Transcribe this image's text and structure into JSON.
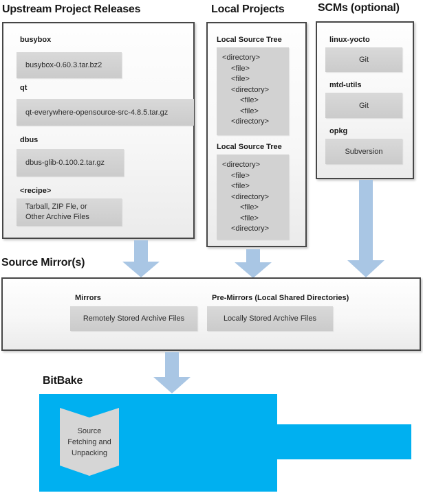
{
  "headings": {
    "upstream": "Upstream Project Releases",
    "local": "Local Projects",
    "scms": "SCMs (optional)",
    "mirrors": "Source Mirror(s)",
    "bitbake": "BitBake"
  },
  "upstream": {
    "items": [
      {
        "label": "busybox",
        "lines": [
          "busybox-0.60.3.tar.bz2"
        ]
      },
      {
        "label": "qt",
        "lines": [
          "qt-everywhere-opensource-src-4.8.5.tar.gz"
        ]
      },
      {
        "label": "dbus",
        "lines": [
          "dbus-glib-0.100.2.tar.gz"
        ]
      },
      {
        "label": "<recipe>",
        "lines": [
          "Tarball, ZIP Fle, or",
          "Other Archive Files"
        ]
      }
    ]
  },
  "local": {
    "trees": [
      {
        "title": "Local Source Tree",
        "lines": [
          "<directory>",
          "<file>",
          "<file>",
          "<directory>",
          "<file>",
          "<file>",
          "<directory>"
        ]
      },
      {
        "title": "Local Source Tree",
        "lines": [
          "<directory>",
          "<file>",
          "<file>",
          "<directory>",
          "<file>",
          "<file>",
          "<directory>"
        ]
      }
    ]
  },
  "scms": {
    "items": [
      {
        "label": "linux-yocto",
        "value": "Git"
      },
      {
        "label": "mtd-utils",
        "value": "Git"
      },
      {
        "label": "opkg",
        "value": "Subversion"
      }
    ]
  },
  "mirrors": {
    "sections": [
      {
        "label": "Mirrors",
        "value": "Remotely Stored Archive Files"
      },
      {
        "label": "Pre-Mirrors (Local Shared Directories)",
        "value": "Locally Stored Archive Files"
      }
    ]
  },
  "bitbake": {
    "process_lines": [
      "Source",
      "Fetching and",
      "Unpacking"
    ]
  },
  "colors": {
    "accent_cyan": "#00b0f0",
    "arrow_blue": "#a9c6e4"
  }
}
